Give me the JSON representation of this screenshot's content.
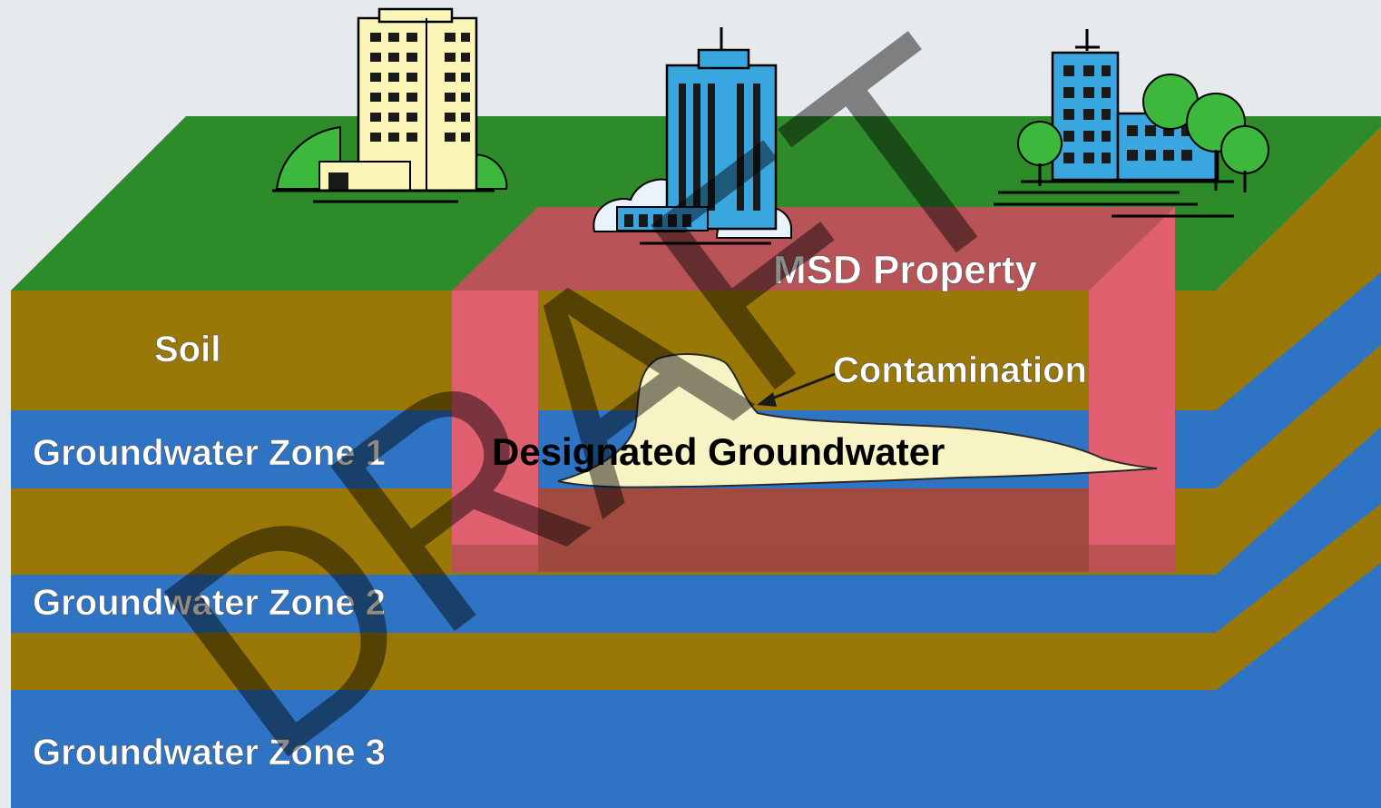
{
  "labels": {
    "soil": "Soil",
    "zone1": "Groundwater Zone 1",
    "zone2": "Groundwater Zone 2",
    "zone3": "Groundwater Zone 3",
    "msd_property": "MSD Property",
    "contamination": "Contamination",
    "designated_groundwater": "Designated Groundwater"
  },
  "watermark": "DRAFT",
  "colors": {
    "grass": "#2e8b2a",
    "soil": "#9a7808",
    "water": "#2f74c4",
    "msd_box": "#e06070",
    "plume": "#f8f3c4",
    "building_cream": "#fbf6b8",
    "building_blue": "#3aa6e0",
    "tree": "#3cb83c",
    "watermark": "#000000"
  }
}
